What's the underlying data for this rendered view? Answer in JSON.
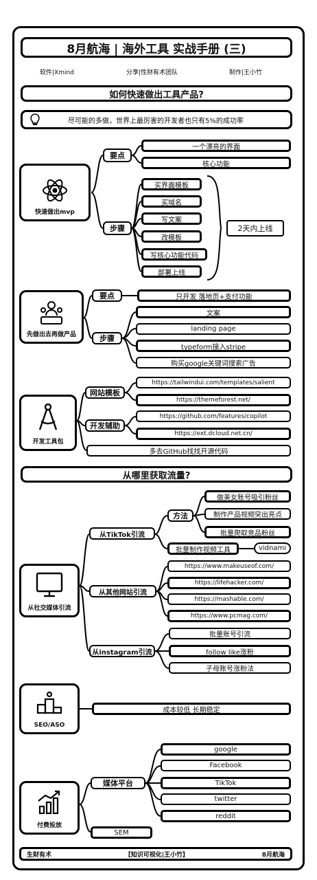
{
  "header": {
    "title": "8月航海 | 海外工具 实战手册 (三)",
    "software": "软件|Xmind",
    "share": "分享|性财有术团队",
    "author": "制作|王小竹"
  },
  "section1": {
    "heading": "如何快速做出工具产品?",
    "banner": "尽可能的多做，世界上最厉害的开发者也只有5%的成功率",
    "mvp": {
      "label": "快速做出mvp",
      "key_label": "要点",
      "key_items": [
        "一个漂亮的界面",
        "核心功能"
      ],
      "steps_label": "步骤",
      "steps": [
        "买界面模板",
        "买域名",
        "写文案",
        "改模板",
        "写核心功能代码",
        "部署上线"
      ],
      "result": "2天内上线"
    },
    "paid": {
      "label": "先做出去再做产品",
      "key_label": "要点",
      "key_item": "只开发 落地页+支付功能",
      "steps_label": "步骤",
      "steps": [
        "文案",
        "landing page",
        "typeform接入stripe",
        "购买google关键词搜索广告"
      ]
    },
    "tools": {
      "label": "开发工具包",
      "templates_label": "网站模板",
      "templates": [
        "https://tailwindui.com/templates/salient",
        "https://themeforest.net/"
      ],
      "assist_label": "开发辅助",
      "assist": [
        "https://github.com/features/copilot",
        "https://ext.dcloud.net.cn/"
      ],
      "github": "多去GitHub找找开源代码"
    }
  },
  "section2": {
    "heading": "从哪里获取流量?",
    "social": {
      "label": "从社交媒体引流",
      "tiktok_label": "从TikTok引流",
      "method_label": "方法",
      "methods": [
        "做美女账号吸引粉丝",
        "制作产品视频突出亮点",
        "批量爬取竞品粉丝"
      ],
      "batch": "批量制作视频工具",
      "vidnami": "vidnami",
      "sites_label": "从其他网站引流",
      "sites": [
        "https://www.makeuseof.com/",
        "https://lifehacker.com/",
        "https://mashable.com/",
        "https://www.pcmag.com/"
      ],
      "ig_label": "从instagram引流",
      "ig_items": [
        "批量账号引流",
        "follow like涨粉",
        "子母账号涨粉法"
      ]
    },
    "seo": {
      "label": "SEO/ASO",
      "item": "成本较低 长期稳定"
    },
    "ads": {
      "label": "付费投放",
      "media_label": "媒体平台",
      "media": [
        "google",
        "Facebook",
        "TikTok",
        "twitter",
        "reddit"
      ],
      "sem": "SEM"
    }
  },
  "footer": {
    "left": "生财有术",
    "center": "【知识可视化|王小竹】",
    "right": "8月航海"
  }
}
